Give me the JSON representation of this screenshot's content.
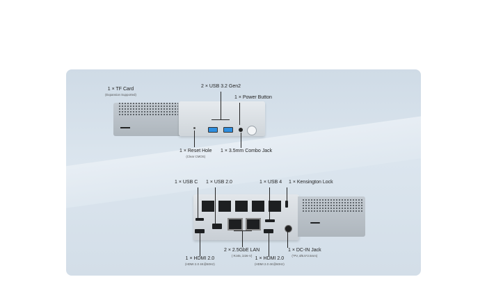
{
  "top_device": {
    "tf_card": {
      "label": "1 × TF Card",
      "sub": "(Expansion Supported)"
    },
    "usb32": {
      "label": "2 × USB 3.2 Gen2"
    },
    "power_button": {
      "label": "1 × Power Button"
    },
    "reset_hole": {
      "label": "1 × Reset Hole",
      "sub": "(Clear CMOS)"
    },
    "combo_jack": {
      "label": "1 × 3.5mm Combo Jack"
    }
  },
  "bottom_device": {
    "usb_c": {
      "label": "1 × USB C"
    },
    "usb2": {
      "label": "1 × USB 2.0"
    },
    "usb4": {
      "label": "1 × USB 4"
    },
    "kensington": {
      "label": "1 × Kensington Lock"
    },
    "hdmi_left": {
      "label": "1 × HDMI 2.0",
      "sub": "(HDMI 2.0 4K@60Hz)"
    },
    "lan": {
      "label": "2 × 2.5GbE LAN",
      "sub": "( RJ45, i226-V)"
    },
    "hdmi_right": {
      "label": "1 × HDMI 2.0",
      "sub": "(HDMI 2.0 4K@60Hz)"
    },
    "dc_in": {
      "label": "1 × DC-IN Jack",
      "sub": "(\"PV, Ø5.5*2.5mm)"
    }
  },
  "colors": {
    "usb_blue": "#2f8fe0",
    "panel": "#d6e0ea"
  }
}
